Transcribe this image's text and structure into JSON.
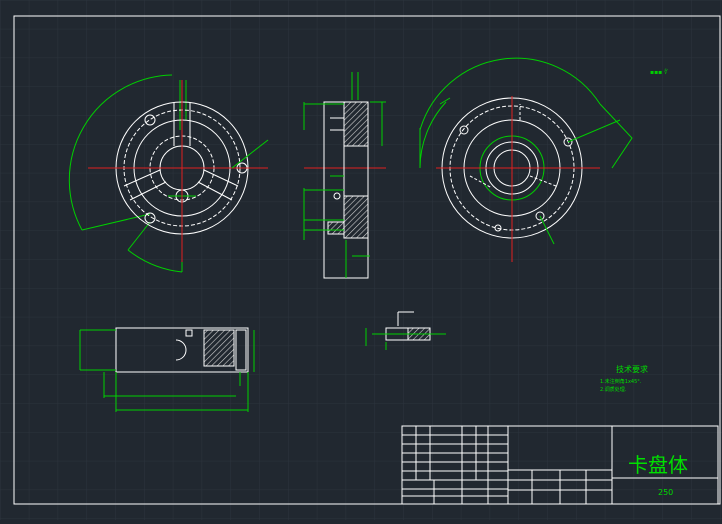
{
  "drawing": {
    "title": "卡盘体",
    "code": "250",
    "tech_requirements": {
      "heading": "技术要求",
      "items": [
        "1.未注倒角1x45°.",
        "2.调质处理."
      ]
    },
    "roughness_note": "▪▪▪ ∜"
  },
  "colors": {
    "background": "#212830",
    "grid": "#2b333c",
    "border": "#ffffff",
    "outline": "#ffffff",
    "dimension": "#00d000",
    "centerline": "#e02020",
    "hatch": "#d0d0d0",
    "title_text": "#00e000"
  }
}
